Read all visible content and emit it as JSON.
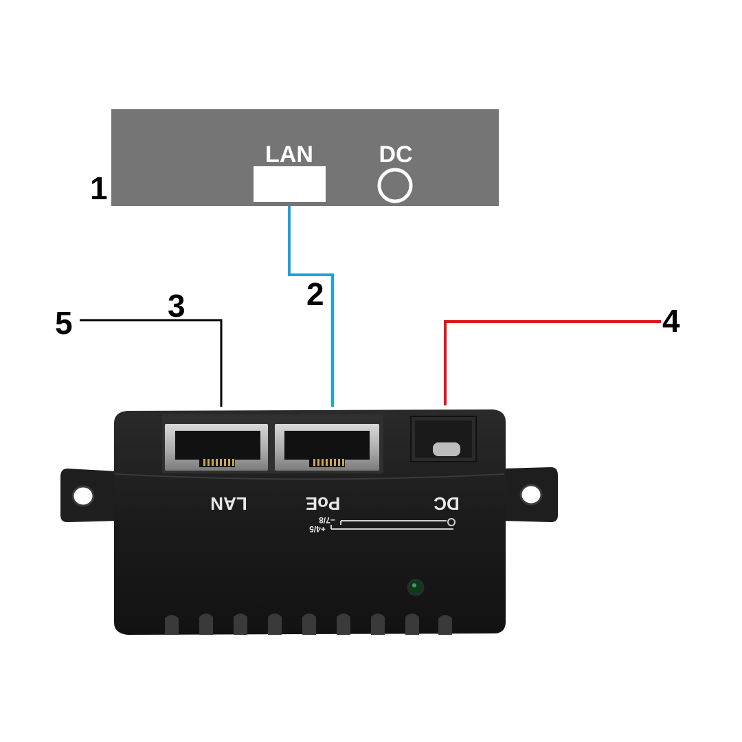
{
  "colors": {
    "device_panel": "#757575",
    "lan_cable": "#1aa3e0",
    "power_cable": "#e0141b",
    "uplink_cable": "#000000",
    "injector_body": "#1b1b1b"
  },
  "callouts": {
    "device": "1",
    "poe_cable": "2",
    "lan_port": "3",
    "dc_input": "4",
    "uplink": "5"
  },
  "device": {
    "lan_label": "LAN",
    "dc_label": "DC"
  },
  "injector": {
    "lan_label": "LAN",
    "poe_label": "PoE",
    "dc_label": "DC",
    "pin_neg": "−7/8",
    "pin_pos": "+4/5"
  }
}
